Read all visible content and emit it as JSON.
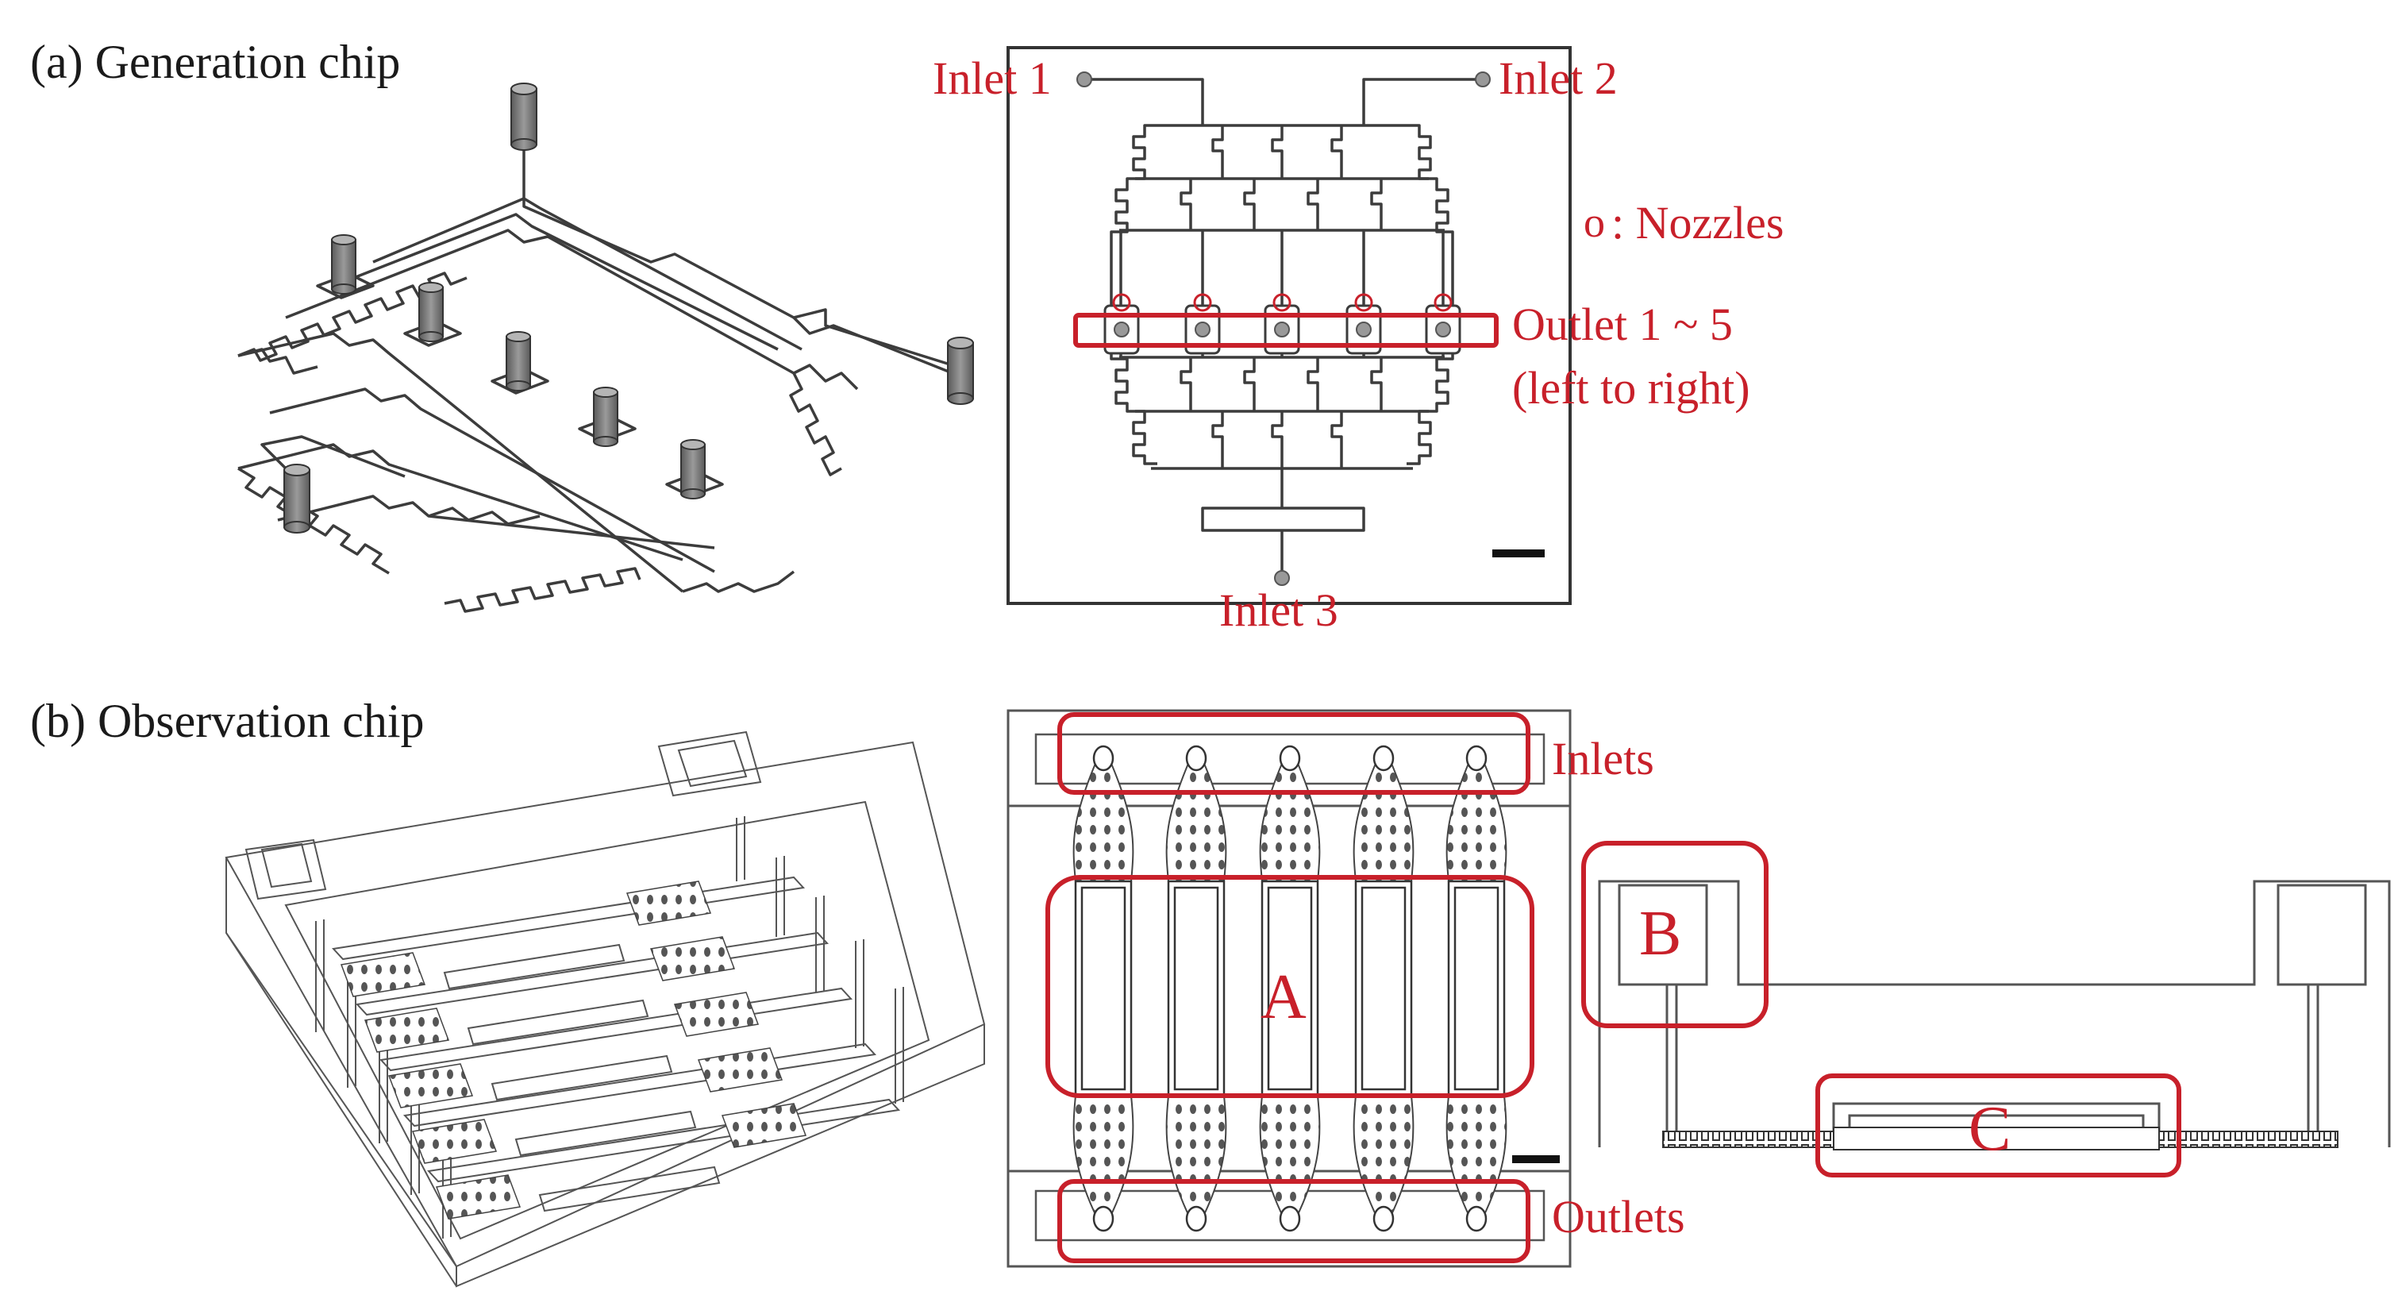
{
  "panel_a": {
    "title": "(a) Generation chip",
    "labels": {
      "inlet1": "Inlet 1",
      "inlet2": "Inlet 2",
      "inlet3": "Inlet 3",
      "nozzles_symbol": "o",
      "nozzles_text": ": Nozzles",
      "outlet_line1": "Outlet 1 ~ 5",
      "outlet_line2": "(left to right)"
    }
  },
  "panel_b": {
    "title": "(b) Observation chip",
    "labels": {
      "inlets": "Inlets",
      "outlets": "Outlets",
      "region_a": "A",
      "region_b": "B",
      "region_c": "C"
    }
  },
  "colors": {
    "annotation": "#c8202a",
    "drawing": "#3c3c3c",
    "pillar": "#8a8a8a"
  }
}
